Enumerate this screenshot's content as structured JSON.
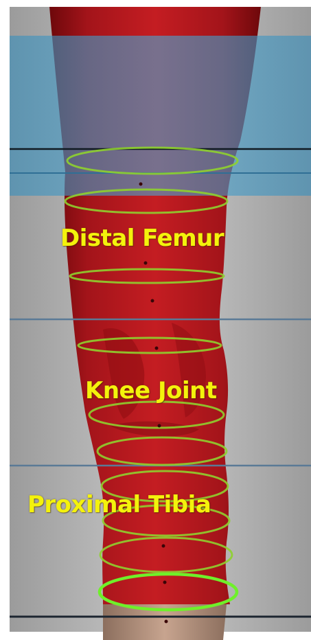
{
  "diagram": {
    "labels": {
      "distal_femur": "Distal Femur",
      "knee_joint": "Knee Joint",
      "proximal_tibia": "Proximal Tibia"
    },
    "colors": {
      "leg": "#b3161b",
      "leg_dark": "#7c0a0e",
      "background": "#b4b4b4",
      "panel": "#3f98c4",
      "contour_ring": "#8fd12e",
      "highlight_ring": "#6ff02a",
      "label": "#f4f20c"
    }
  }
}
